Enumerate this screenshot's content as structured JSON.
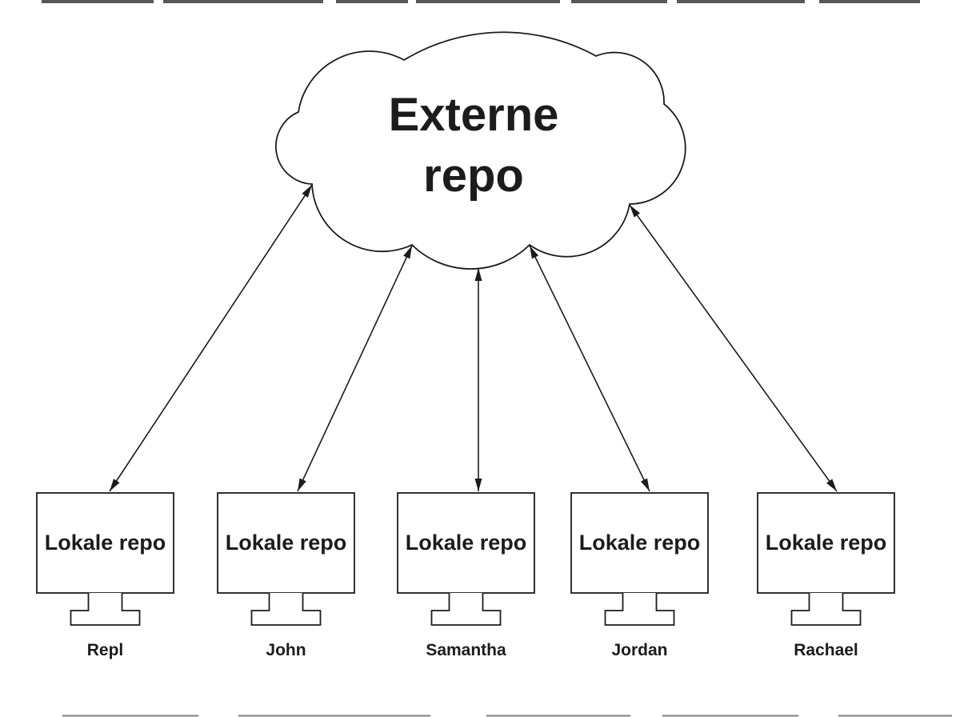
{
  "diagram": {
    "cloud": {
      "icon": "cloud-icon",
      "line1": "Externe",
      "line2": "repo"
    },
    "nodes": [
      {
        "icon": "desktop-computer-icon",
        "label": "Lokale repo",
        "name": "Repl"
      },
      {
        "icon": "desktop-computer-icon",
        "label": "Lokale repo",
        "name": "John"
      },
      {
        "icon": "desktop-computer-icon",
        "label": "Lokale repo",
        "name": "Samantha"
      },
      {
        "icon": "desktop-computer-icon",
        "label": "Lokale repo",
        "name": "Jordan"
      },
      {
        "icon": "desktop-computer-icon",
        "label": "Lokale repo",
        "name": "Rachael"
      }
    ],
    "connections": "double-headed-arrows-cloud-to-each-node",
    "colors": {
      "stroke": "#1c1c1c",
      "text": "#1c1c1c",
      "background": "#ffffff"
    }
  }
}
